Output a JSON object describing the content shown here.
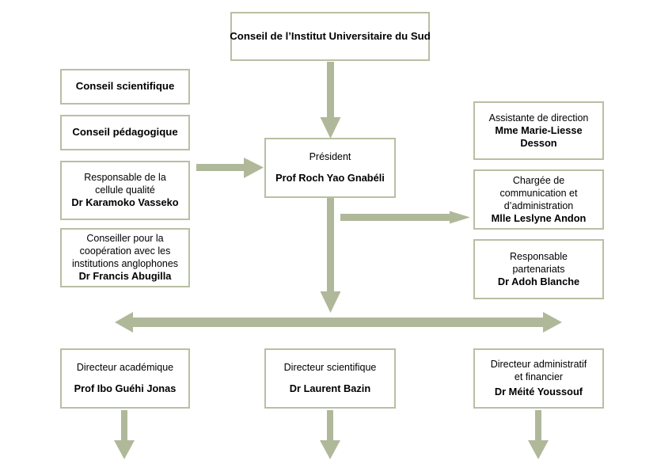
{
  "diagram": {
    "title_box": {
      "id": "conseil-institut",
      "lines": [
        {
          "text": "Conseil de l’Institut Universitaire du Sud",
          "style": "head"
        }
      ]
    },
    "left_column": [
      {
        "id": "conseil-scientifique",
        "lines": [
          {
            "text": "Conseil scientifique",
            "style": "head"
          }
        ]
      },
      {
        "id": "conseil-pedagogique",
        "lines": [
          {
            "text": "Conseil pédagogique",
            "style": "head"
          }
        ]
      },
      {
        "id": "responsable-cellule-qualite",
        "lines": [
          {
            "text": "Responsable de la",
            "style": "reg"
          },
          {
            "text": "cellule qualité",
            "style": "reg"
          },
          {
            "text": "Dr Karamoko Vasseko",
            "style": "bold"
          }
        ]
      },
      {
        "id": "conseiller-cooperation",
        "lines": [
          {
            "text": "Conseiller pour la",
            "style": "reg"
          },
          {
            "text": "coopération avec les",
            "style": "reg"
          },
          {
            "text": "institutions anglophones",
            "style": "reg"
          },
          {
            "text": "Dr Francis Abugilla",
            "style": "bold"
          }
        ]
      }
    ],
    "center_box": {
      "id": "president",
      "lines": [
        {
          "text": "Président",
          "style": "reg"
        },
        {
          "text": "",
          "style": "gap"
        },
        {
          "text": "Prof Roch Yao Gnabéli",
          "style": "bold"
        }
      ]
    },
    "right_column": [
      {
        "id": "assistante-direction",
        "lines": [
          {
            "text": "Assistante de direction",
            "style": "reg"
          },
          {
            "text": "Mme Marie-Liesse",
            "style": "bold"
          },
          {
            "text": "Desson",
            "style": "bold"
          }
        ]
      },
      {
        "id": "chargee-communication",
        "lines": [
          {
            "text": "Chargée de",
            "style": "reg"
          },
          {
            "text": "communication et",
            "style": "reg"
          },
          {
            "text": "d’administration",
            "style": "reg"
          },
          {
            "text": "Mlle Leslyne Andon",
            "style": "bold"
          }
        ]
      },
      {
        "id": "responsable-partenariats",
        "lines": [
          {
            "text": "Responsable",
            "style": "reg"
          },
          {
            "text": "partenariats",
            "style": "reg"
          },
          {
            "text": "Dr Adoh Blanche",
            "style": "bold"
          }
        ]
      }
    ],
    "bottom_row": [
      {
        "id": "directeur-academique",
        "lines": [
          {
            "text": "Directeur académique",
            "style": "reg"
          },
          {
            "text": "",
            "style": "gap"
          },
          {
            "text": "Prof Ibo Guéhi Jonas",
            "style": "bold"
          }
        ]
      },
      {
        "id": "directeur-scientifique",
        "lines": [
          {
            "text": "Directeur scientifique",
            "style": "reg"
          },
          {
            "text": "",
            "style": "gap"
          },
          {
            "text": "Dr Laurent Bazin",
            "style": "bold"
          }
        ]
      },
      {
        "id": "directeur-administratif",
        "lines": [
          {
            "text": "Directeur administratif",
            "style": "reg"
          },
          {
            "text": "et financier",
            "style": "reg"
          },
          {
            "text": "",
            "style": "gap"
          },
          {
            "text": "Dr Méité Youssouf",
            "style": "bold"
          }
        ]
      }
    ],
    "colors": {
      "box_border": "#b8bfa4",
      "box_fill": "#ffffff",
      "arrow": "#b0b89a",
      "text": "#000000",
      "background": "#ffffff"
    },
    "connectors": [
      {
        "id": "conseil-to-president",
        "type": "arrow-down"
      },
      {
        "id": "left-column-to-president",
        "type": "arrow-right"
      },
      {
        "id": "president-to-right-column",
        "type": "arrow-right"
      },
      {
        "id": "president-to-directors-bus",
        "type": "arrow-down"
      },
      {
        "id": "directors-bus",
        "type": "arrow-double-horizontal"
      },
      {
        "id": "directeur-academique-down",
        "type": "arrow-down"
      },
      {
        "id": "directeur-scientifique-down",
        "type": "arrow-down"
      },
      {
        "id": "directeur-administratif-down",
        "type": "arrow-down"
      }
    ]
  }
}
